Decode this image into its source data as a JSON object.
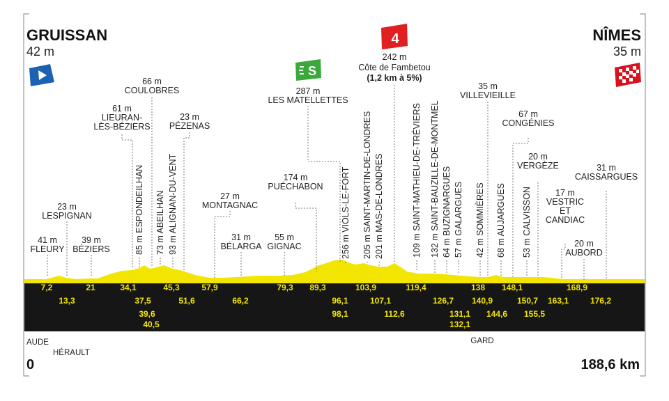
{
  "start": {
    "name": "GRUISSAN",
    "alt": "42 m"
  },
  "finish": {
    "name": "NÎMES",
    "alt": "35 m"
  },
  "climb": {
    "category": "4",
    "alt": "242 m",
    "name": "Côte de Fambetou",
    "details": "(1,2 km à 5%)"
  },
  "sprint": {
    "label": "S"
  },
  "distance": {
    "start": "0",
    "end": "188,6 km"
  },
  "regions": [
    "AUDE",
    "HÉRAULT",
    "GARD"
  ],
  "colors": {
    "profile_fill": "#f2e600",
    "band": "#161616",
    "km_text": "#f2e600",
    "start_flag": "#1b62b3",
    "sprint": "#3aa83a",
    "climb": "#e02020",
    "finish": "#d9121f"
  },
  "places": [
    {
      "name": "41 m\nFLEURY",
      "rotated": false
    },
    {
      "name": "23 m\nLESPIGNAN",
      "rotated": false
    },
    {
      "name": "39 m\nBÉZIERS",
      "rotated": false
    },
    {
      "name": "61 m\nLIEURAN-\nLÈS-BÉZIERS",
      "rotated": false
    },
    {
      "name": "85 m ESPONDEILHAN",
      "rotated": true
    },
    {
      "name": "66 m\nCOULOBRES",
      "rotated": false
    },
    {
      "name": "73 m ABEILHAN",
      "rotated": true
    },
    {
      "name": "93 m ALIGNAN-DU-VENT",
      "rotated": true
    },
    {
      "name": "23 m\nPÉZENAS",
      "rotated": false
    },
    {
      "name": "27 m\nMONTAGNAC",
      "rotated": false
    },
    {
      "name": "31 m\nBÉLARGA",
      "rotated": false
    },
    {
      "name": "55 m\nGIGNAC",
      "rotated": false
    },
    {
      "name": "174 m\nPUÉCHABON",
      "rotated": false
    },
    {
      "name": "287 m\nLES MATELLETTES",
      "rotated": false
    },
    {
      "name": "256 m VIOLS-LE-FORT",
      "rotated": true
    },
    {
      "name": "205 m SAINT-MARTIN-DE-LONDRES",
      "rotated": true
    },
    {
      "name": "201 m MAS-DE-LONDRES",
      "rotated": true
    },
    {
      "name": "109 m SAINT-MATHIEU-DE-TRÉVIERS",
      "rotated": true
    },
    {
      "name": "132 m SAINT-BAUZILLE-DE-MONTMEL",
      "rotated": true
    },
    {
      "name": "64 m BUZIGNARGUES",
      "rotated": true
    },
    {
      "name": "57 m GALARGUES",
      "rotated": true
    },
    {
      "name": "42 m SOMMIÈRES",
      "rotated": true
    },
    {
      "name": "35 m\nVILLEVIEILLE",
      "rotated": false
    },
    {
      "name": "68 m AUJARGUES",
      "rotated": true
    },
    {
      "name": "67 m\nCONGÉNIES",
      "rotated": false
    },
    {
      "name": "53 m CALVISSON",
      "rotated": true
    },
    {
      "name": "20 m\nVERGÈZE",
      "rotated": false
    },
    {
      "name": "17 m\nVESTRIC\nET\nCANDIAC",
      "rotated": false
    },
    {
      "name": "20 m\nAUBORD",
      "rotated": false
    },
    {
      "name": "31 m\nCAISSARGUES",
      "rotated": false
    }
  ],
  "km_marks": [
    "7,2",
    "13,3",
    "21",
    "34,1",
    "37,5",
    "39,6",
    "40,5",
    "45,3",
    "51,6",
    "57,9",
    "66,2",
    "79,3",
    "89,3",
    "96,1",
    "98,1",
    "103,9",
    "107,1",
    "112,6",
    "119,4",
    "126,7",
    "131,1",
    "132,1",
    "138",
    "140,9",
    "144,6",
    "148,1",
    "150,7",
    "155,5",
    "163,1",
    "168,9",
    "176,2"
  ]
}
